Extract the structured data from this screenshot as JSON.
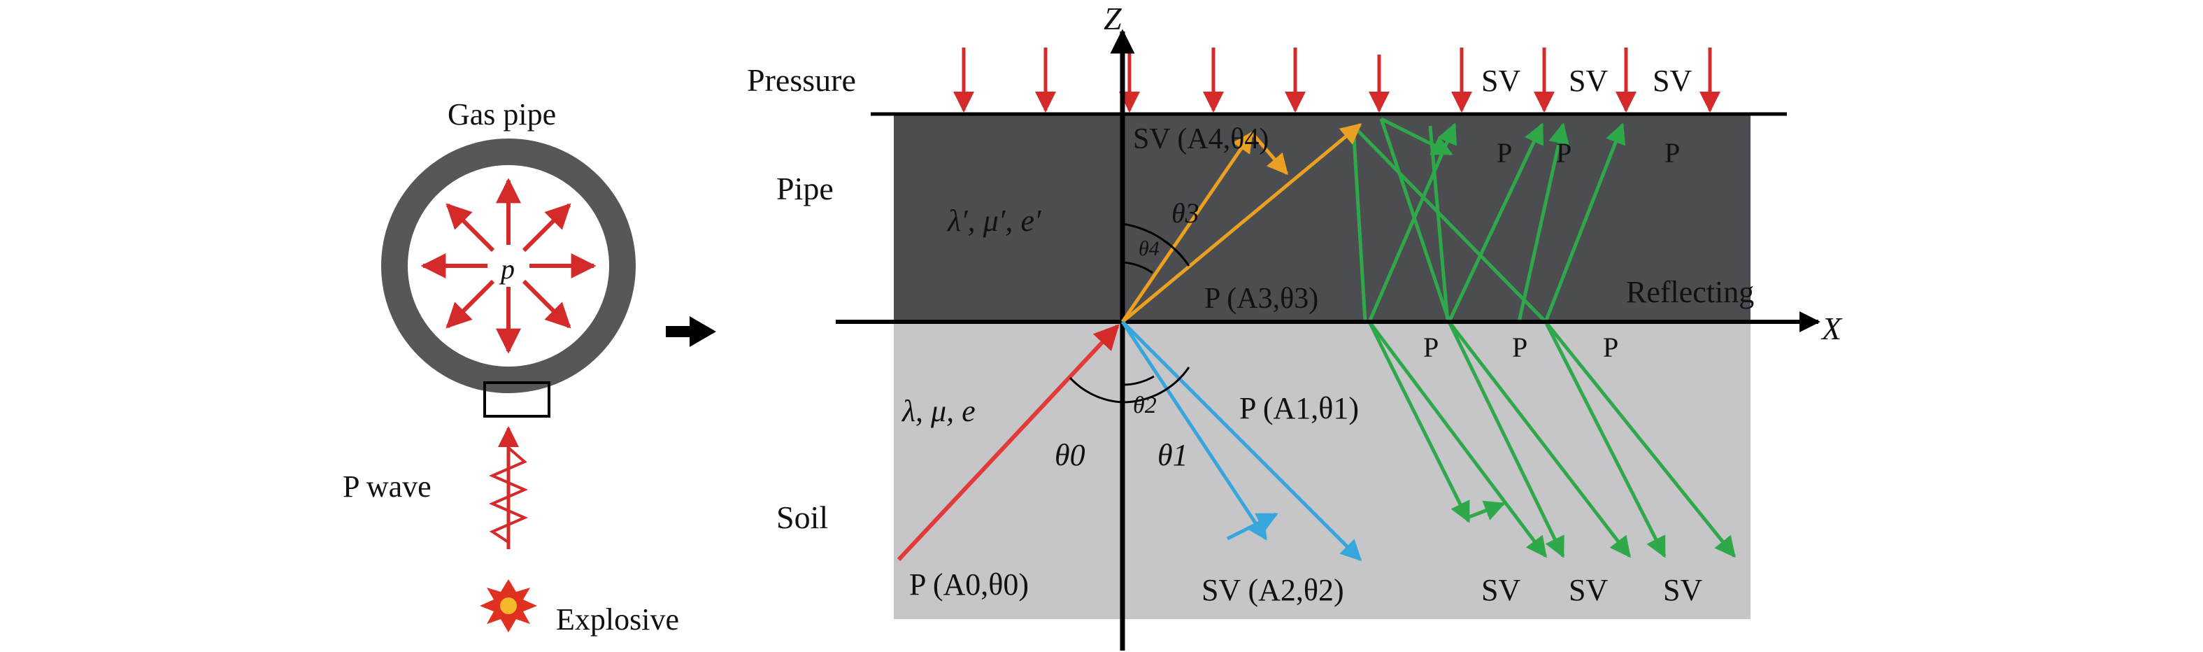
{
  "left_panel": {
    "gas_pipe_label": "Gas pipe",
    "pressure_symbol": "p",
    "p_wave_label": "P wave",
    "explosive_label": "Explosive"
  },
  "right_panel": {
    "axis_z": "Z",
    "axis_x": "X",
    "pressure_label": "Pressure",
    "pipe_label": "Pipe",
    "soil_label": "Soil",
    "reflecting_label": "Reflecting",
    "pipe_params": "λ′, μ′, e′",
    "soil_params": "λ, μ, e",
    "theta0": "θ0",
    "theta1": "θ1",
    "theta2": "θ2",
    "theta3": "θ3",
    "theta4": "θ4",
    "incident_p": "P (A0,θ0)",
    "refracted_p": "P (A3,θ3)",
    "refracted_sv": "SV (A4,θ4)",
    "reflected_p": "P (A1,θ1)",
    "reflected_sv": "SV (A2,θ2)",
    "top_sv_labels": [
      "SV",
      "SV",
      "SV"
    ],
    "top_p_labels": [
      "P",
      "P",
      "P"
    ],
    "interface_p_labels": [
      "P",
      "P",
      "P"
    ],
    "bottom_sv_labels": [
      "SV",
      "SV",
      "SV"
    ]
  },
  "colors": {
    "pipe_layer": "#4b4d50",
    "soil_layer": "#c6c5c8",
    "pressure_arrow": "#d42a2a",
    "incident_wave": "#e23a3a",
    "refracted_wave": "#eaa020",
    "reflected_wave": "#36a6dd",
    "multiple_reflection": "#2fa84a"
  }
}
